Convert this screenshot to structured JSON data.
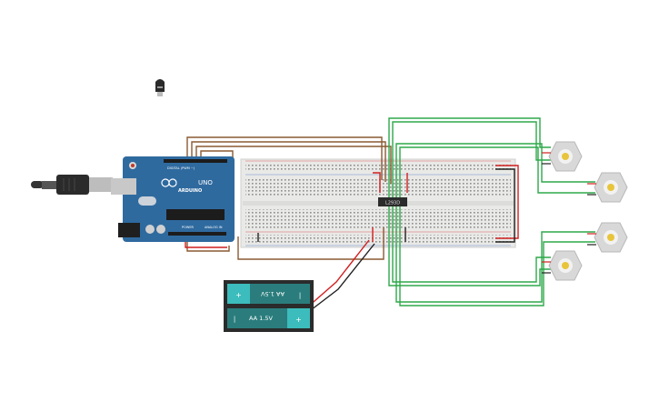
{
  "arduino": {
    "brand": "ARDUINO",
    "model": "UNO",
    "digital_label": "DIGITAL (PWM ~)",
    "analog_label": "ANALOG IN",
    "power_label": "POWER"
  },
  "chip": {
    "label": "L293D"
  },
  "battery": {
    "cell_top_label": "AA 1.5V",
    "cell_bottom_label": "AA 1.5V",
    "plus": "+",
    "minus": "|"
  },
  "colors": {
    "arduino_board": "#2f6a9f",
    "breadboard": "#e9e9e7",
    "wire_green": "#2ea84a",
    "wire_brown": "#8a5a32",
    "wire_red": "#d11f1f",
    "wire_black": "#222222",
    "battery_holder": "#2b2b2b",
    "battery_cell": "#2b7d7d",
    "motor_body": "#d8d8d8",
    "motor_hub": "#e8c43a"
  }
}
